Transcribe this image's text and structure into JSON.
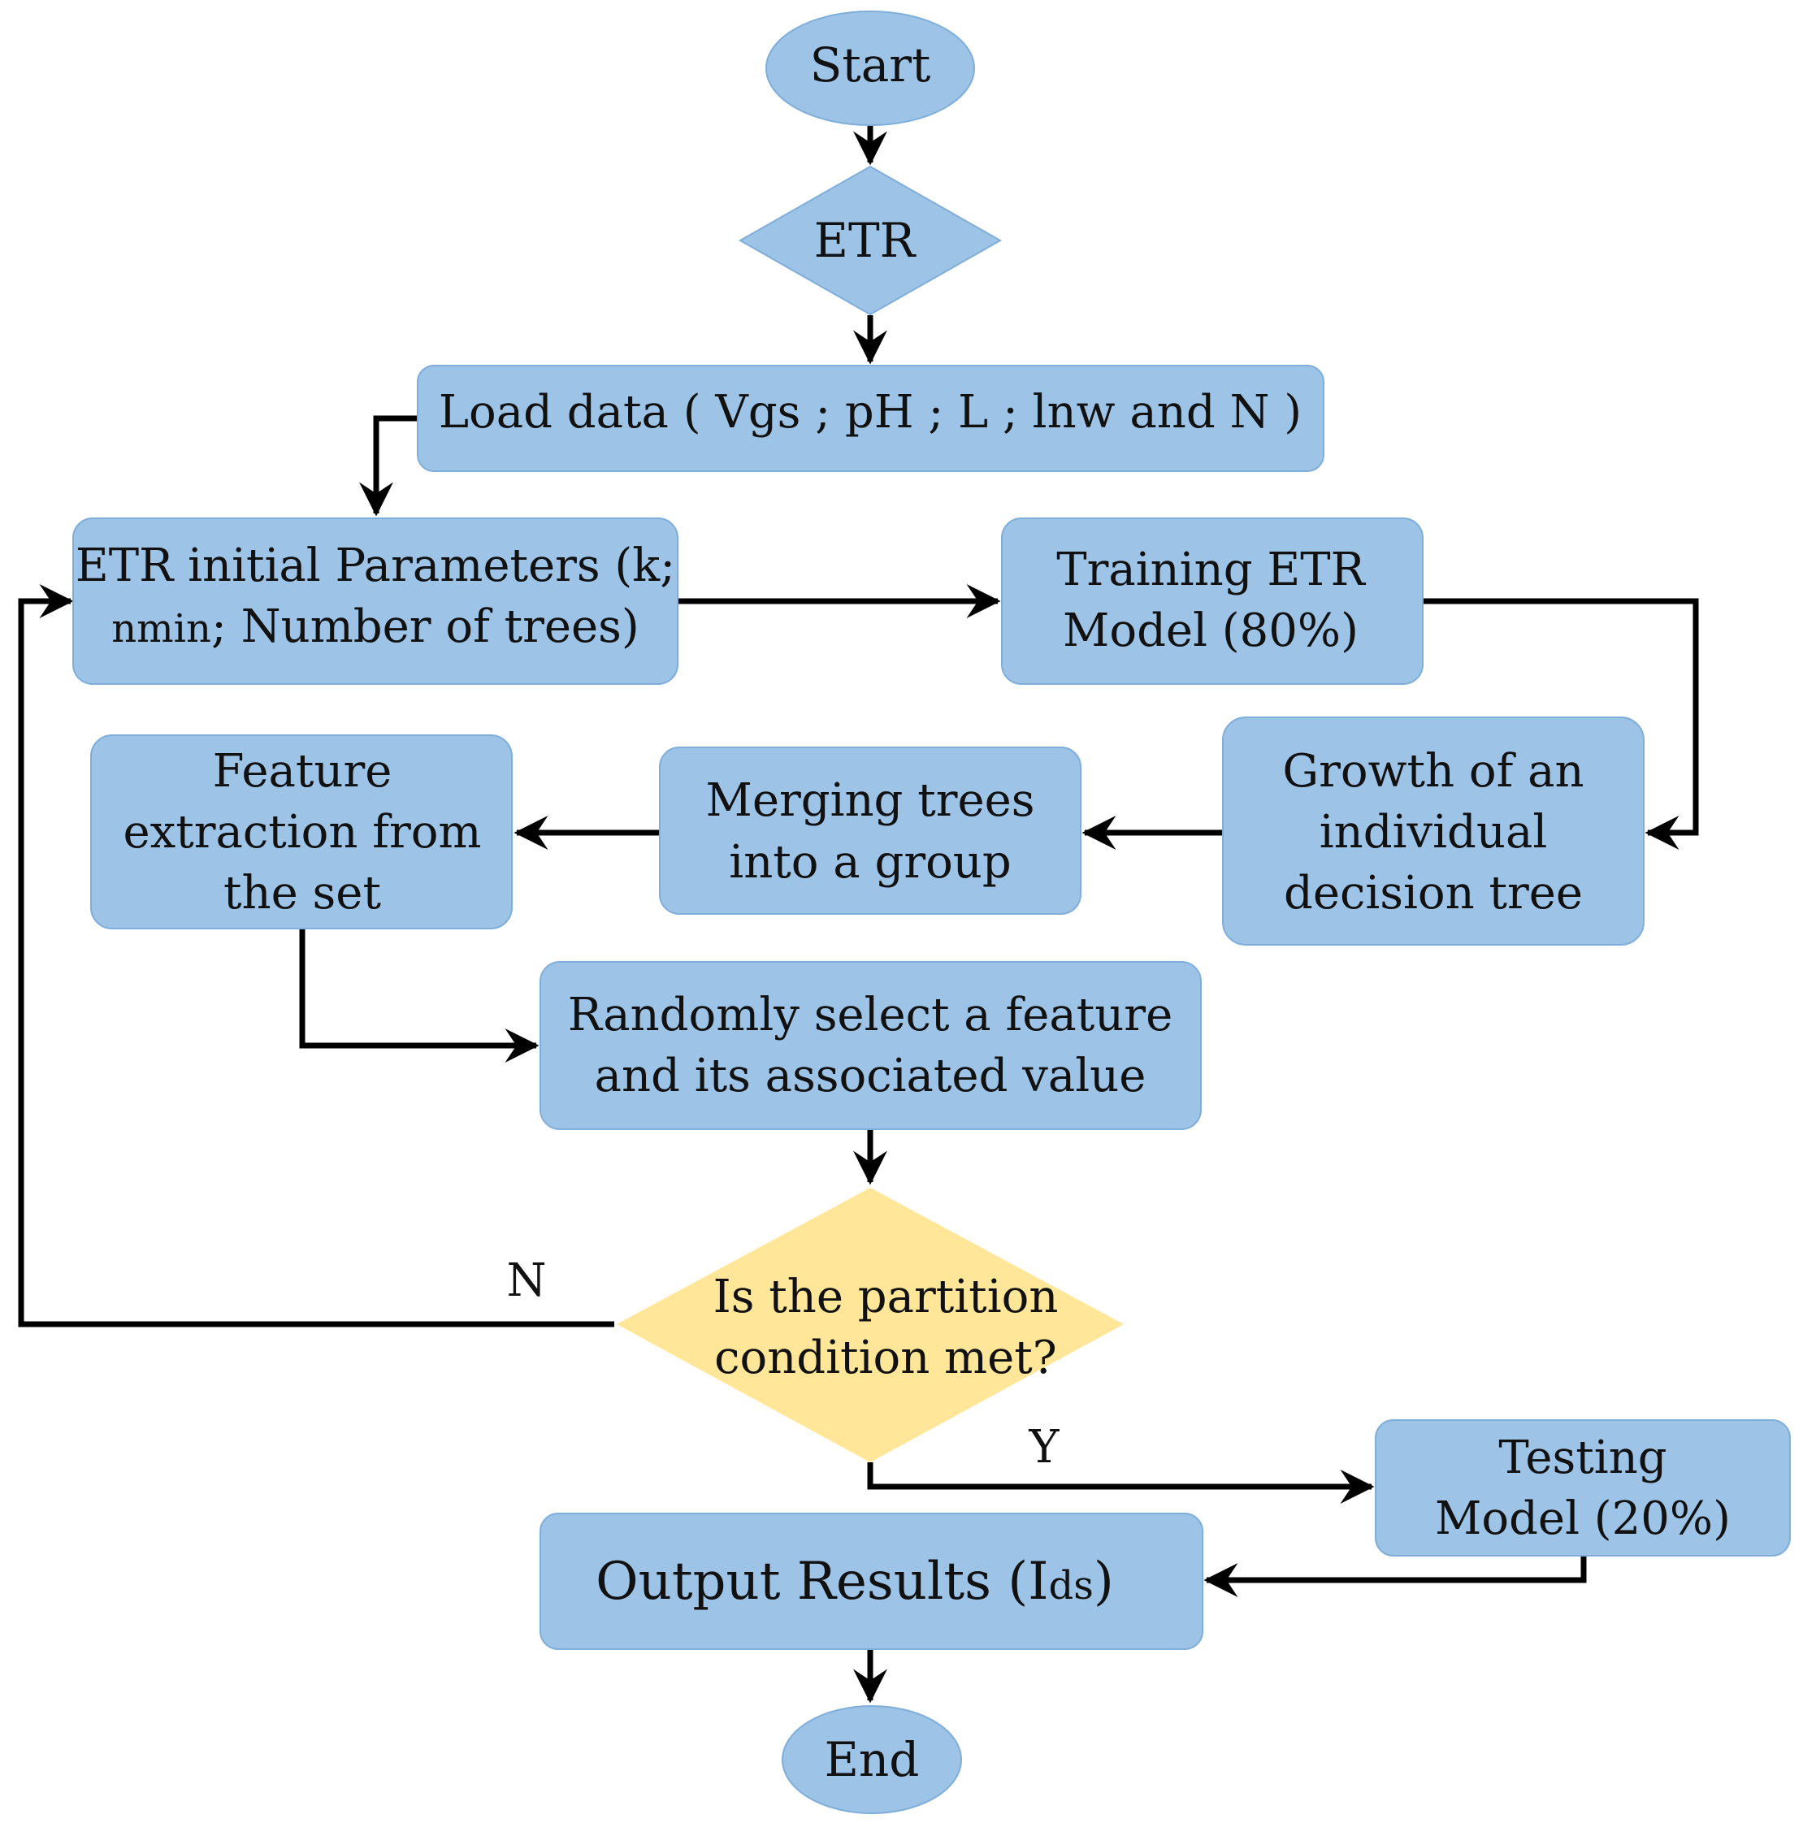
{
  "colors": {
    "node_fill": "#9DC3E6",
    "node_stroke": "#7FAEDA",
    "decision_fill": "#FFE699",
    "line": "#000000"
  },
  "nodes": {
    "start": "Start",
    "etr": "ETR",
    "load_data": "Load data ( Vgs ; pH ; L ; lnw and N )",
    "init_params": {
      "line1": "ETR initial Parameters (k;",
      "line2_sub": "nmin",
      "line2_rest": "; Number of trees)"
    },
    "training": {
      "line1": "Training ETR",
      "line2": "Model (80%)"
    },
    "growth": {
      "line1": "Growth of an",
      "line2": "individual",
      "line3": "decision tree"
    },
    "merging": {
      "line1": "Merging trees",
      "line2": "into a group"
    },
    "feature": {
      "line1": "Feature",
      "line2": "extraction from",
      "line3": "the set"
    },
    "random_select": {
      "line1": "Randomly select a feature",
      "line2": "and its associated value"
    },
    "decision": {
      "line1": "Is the partition",
      "line2": "condition met?"
    },
    "testing": {
      "line1": "Testing",
      "line2": "Model (20%)"
    },
    "output": {
      "prefix": "Output Results (I",
      "sub": "ds",
      "suffix": ")"
    },
    "end": "End"
  },
  "edge_labels": {
    "no": "N",
    "yes": "Y"
  }
}
